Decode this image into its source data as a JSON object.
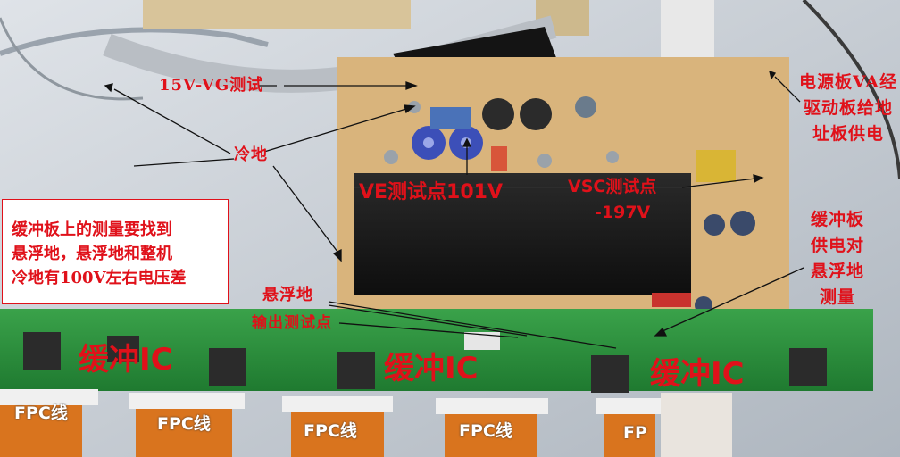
{
  "photo": {
    "subject": "plasma-tv-y-sustain-board-with-buffer-boards"
  },
  "labels": {
    "vg_test": "15V-VG测试",
    "cold_ground": "冷地",
    "ve_test": "VE测试点101V",
    "vsc_test_line1": "VSC测试点",
    "vsc_test_line2": "-197V",
    "floating_ground": "悬浮地",
    "output_test": "输出测试点",
    "power_board_note": "电源板VA经驱动板给地址板供电",
    "buffer_supply_note": "缓冲板供电对悬浮地测量"
  },
  "note_box": {
    "lines": [
      "缓冲板上的测量要找到",
      "悬浮地，悬浮地和整机",
      "冷地有100V左右电压差"
    ]
  },
  "buffer_ic": {
    "labels": [
      "缓冲IC",
      "缓冲IC",
      "缓冲IC"
    ]
  },
  "fpc": {
    "labels": [
      "FPC线",
      "FPC线",
      "FPC线",
      "FPC线",
      "FP"
    ]
  },
  "colors": {
    "annotation_red": "#e0111a",
    "board_tan": "#d9b47c",
    "board_green": "#2f8f3e",
    "heatsink": "#1c1c1c",
    "chassis": "#c9cfd6"
  }
}
